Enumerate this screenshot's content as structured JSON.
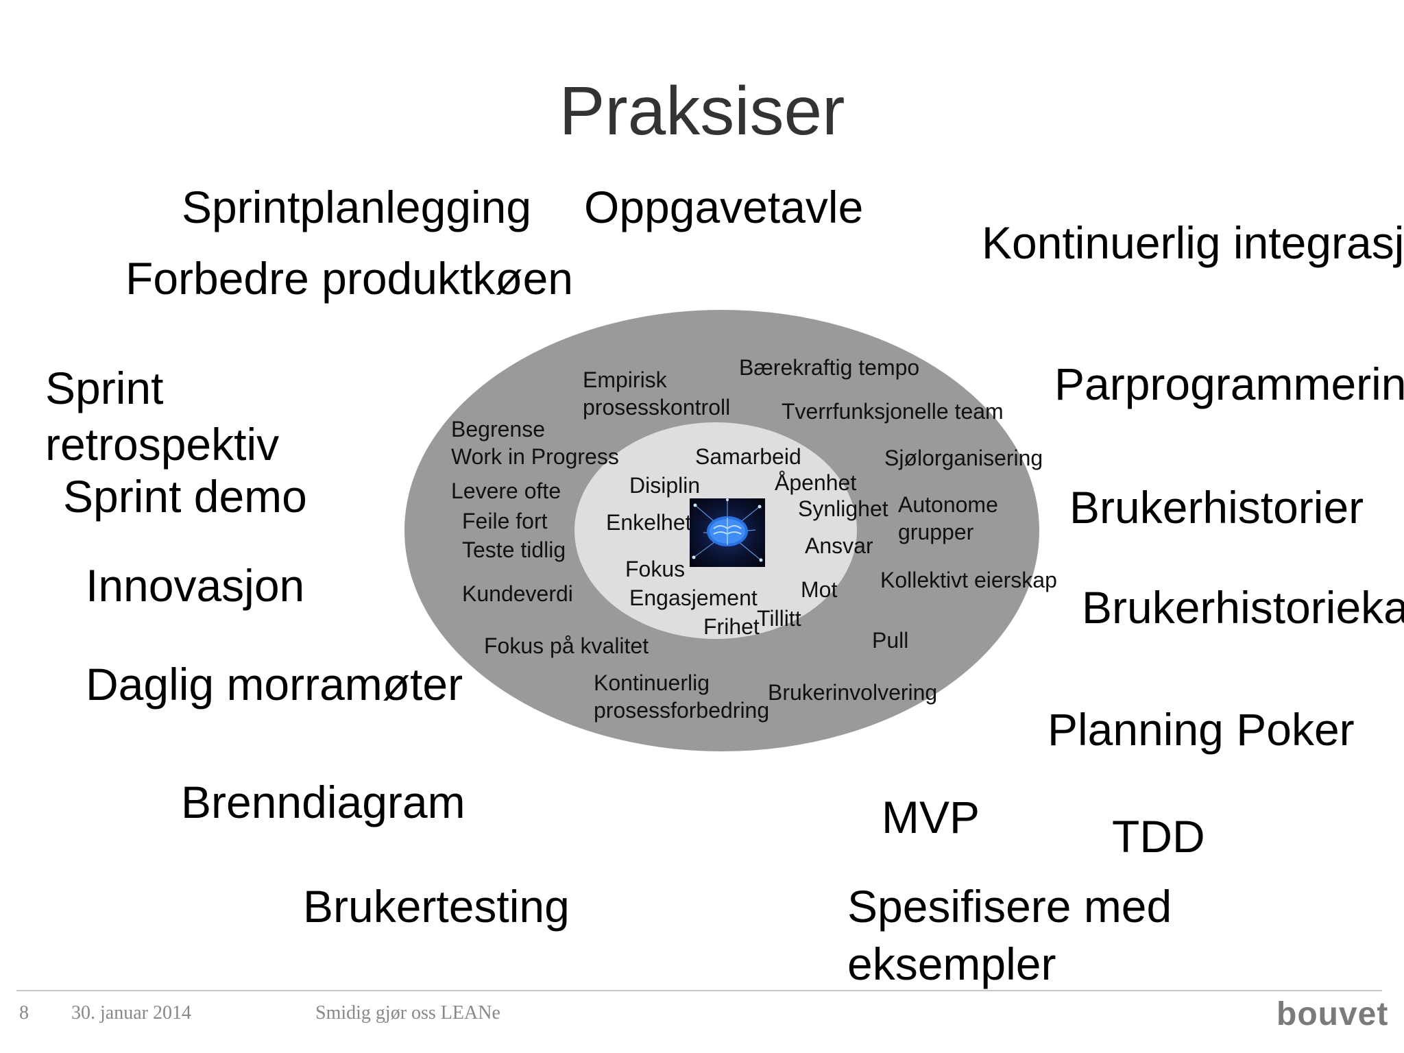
{
  "title": "Praksiser",
  "practices": [
    "Sprintplanlegging",
    "Oppgavetavle",
    "Forbedre produktkøen",
    "Kontinuerlig integrasjon",
    "Sprint",
    "retrospektiv",
    "Sprint demo",
    "Parprogrammering",
    "Brukerhistorier",
    "Innovasjon",
    "Brukerhistoriekart",
    "Daglig morramøter",
    "Planning Poker",
    "Brenndiagram",
    "MVP",
    "TDD",
    "Brukertesting",
    "Spesifisere med",
    "eksempler"
  ],
  "principles": [
    "Empirisk",
    "prosesskontroll",
    "Bærekraftig tempo",
    "Tverrfunksjonelle team",
    "Begrense",
    "Work in Progress",
    "Sjølorganisering",
    "Levere ofte",
    "Feile fort",
    "Teste tidlig",
    "Autonome",
    "grupper",
    "Kollektivt eierskap",
    "Kundeverdi",
    "Pull",
    "Fokus på kvalitet",
    "Kontinuerlig",
    "prosessforbedring",
    "Brukerinvolvering"
  ],
  "core_values": [
    "Samarbeid",
    "Disiplin",
    "Åpenhet",
    "Synlighet",
    "Enkelhet",
    "Ansvar",
    "Fokus",
    "Engasjement",
    "Mot",
    "Frihet",
    "Tillitt"
  ],
  "center_image": "brain-icon",
  "footer": {
    "page_number": "8",
    "date": "30. januar 2014",
    "presentation_title": "Smidig gjør oss LEANe",
    "logo": "bouvet"
  },
  "colors": {
    "outer_ring": "#9a9a9a",
    "inner_ring": "#dedede",
    "title": "#333333",
    "footer_text": "#888888"
  }
}
